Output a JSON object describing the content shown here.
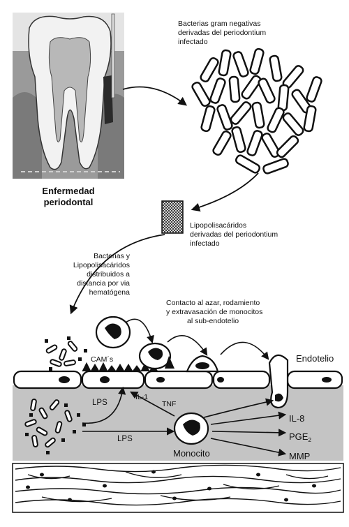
{
  "labels": {
    "periodontal_disease": [
      "Enfermedad",
      "periodontal"
    ],
    "gram_negative_bacteria": [
      "Bacterias gram negativas",
      "derivadas del periodontium",
      "infectado"
    ],
    "lipopolysaccharides": [
      "Lipopolisacáridos",
      "derivadas del periodontium",
      "infectado"
    ],
    "hematogenous_spread": [
      "Bacterias y",
      "Lipopolisacáridos",
      "distribuidos a",
      "distancia por via",
      "hematógena"
    ],
    "monocyte_process": [
      "Contacto al azar, rodamiento",
      "y extravasación de monocitos",
      "al sub-endotelio"
    ],
    "endothelium": "Endotelio",
    "cams": "CAM´s",
    "lps_upper": "LPS",
    "lps_lower": "LPS",
    "il1": "IL-1",
    "tnf": "TNF",
    "monocyte": "Monocito",
    "il8": "IL-8",
    "pge2": "PGE",
    "pge2_sub": "2",
    "mmp": "MMP"
  }
}
